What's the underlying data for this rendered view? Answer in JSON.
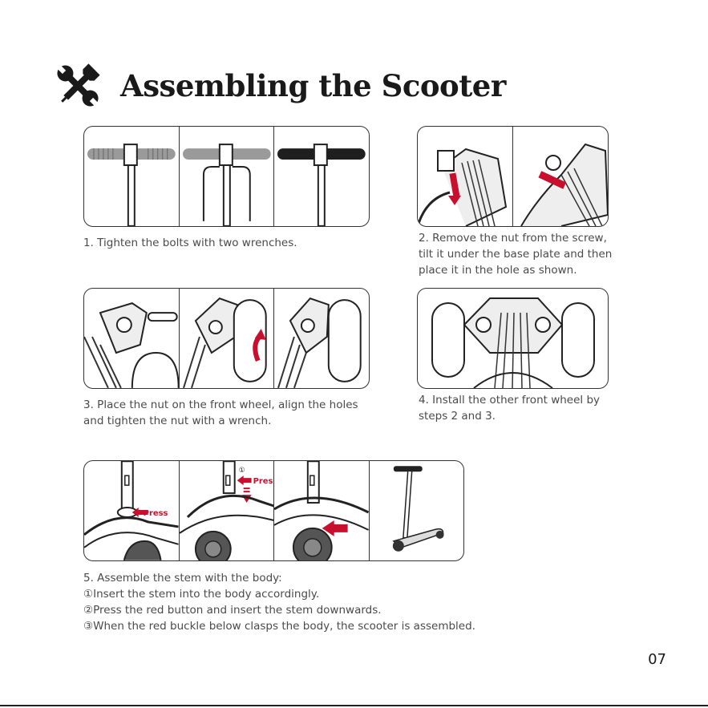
{
  "header": {
    "title": "Assembling the Scooter",
    "icon": "tools-icon"
  },
  "steps": {
    "s1": {
      "text": "1. Tighten the bolts with two wrenches."
    },
    "s2": {
      "lines": [
        "2. Remove the nut from the screw,",
        "tilt it under the base plate and then",
        "place it in the hole as shown."
      ]
    },
    "s3": {
      "lines": [
        "3. Place the nut on the front wheel, align the holes",
        "and tighten the nut with a wrench."
      ]
    },
    "s4": {
      "lines": [
        "4. Install the other front wheel by",
        "steps 2 and 3."
      ]
    },
    "s5": {
      "lines": [
        "5. Assemble the stem with the body:",
        "①Insert the stem into the body accordingly.",
        "②Press the red button and insert the stem downwards.",
        "③When the red buckle below clasps the body, the scooter is assembled."
      ],
      "press_label": "Press",
      "step_marker": "①"
    }
  },
  "page": {
    "number": "07"
  },
  "colors": {
    "accent": "#c8102e",
    "ink": "#222222",
    "text": "#4a4a4a"
  }
}
